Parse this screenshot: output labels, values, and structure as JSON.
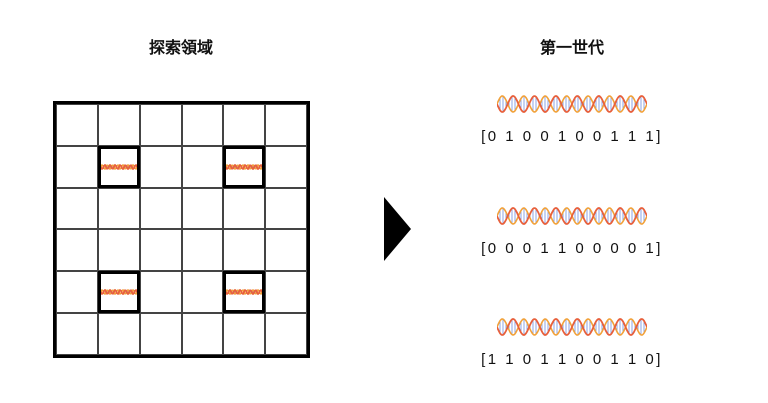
{
  "search_area": {
    "title": "探索領域",
    "rows": 6,
    "cols": 6,
    "highlighted_cells": [
      [
        1,
        1
      ],
      [
        1,
        4
      ],
      [
        4,
        1
      ],
      [
        4,
        4
      ]
    ]
  },
  "generation": {
    "title": "第一世代",
    "individuals": [
      {
        "genes": "[0 1 0 0 1 0 0 1 1 1]"
      },
      {
        "genes": "[0 0 0 1 1 0 0 0 0 1]"
      },
      {
        "genes": "[1 1 0 1 1 0 0 1 1 0]"
      }
    ]
  },
  "colors": {
    "dna_strand_a": "#e8603c",
    "dna_strand_b": "#f2a23a",
    "dna_rungs": "#6f8fe0"
  }
}
